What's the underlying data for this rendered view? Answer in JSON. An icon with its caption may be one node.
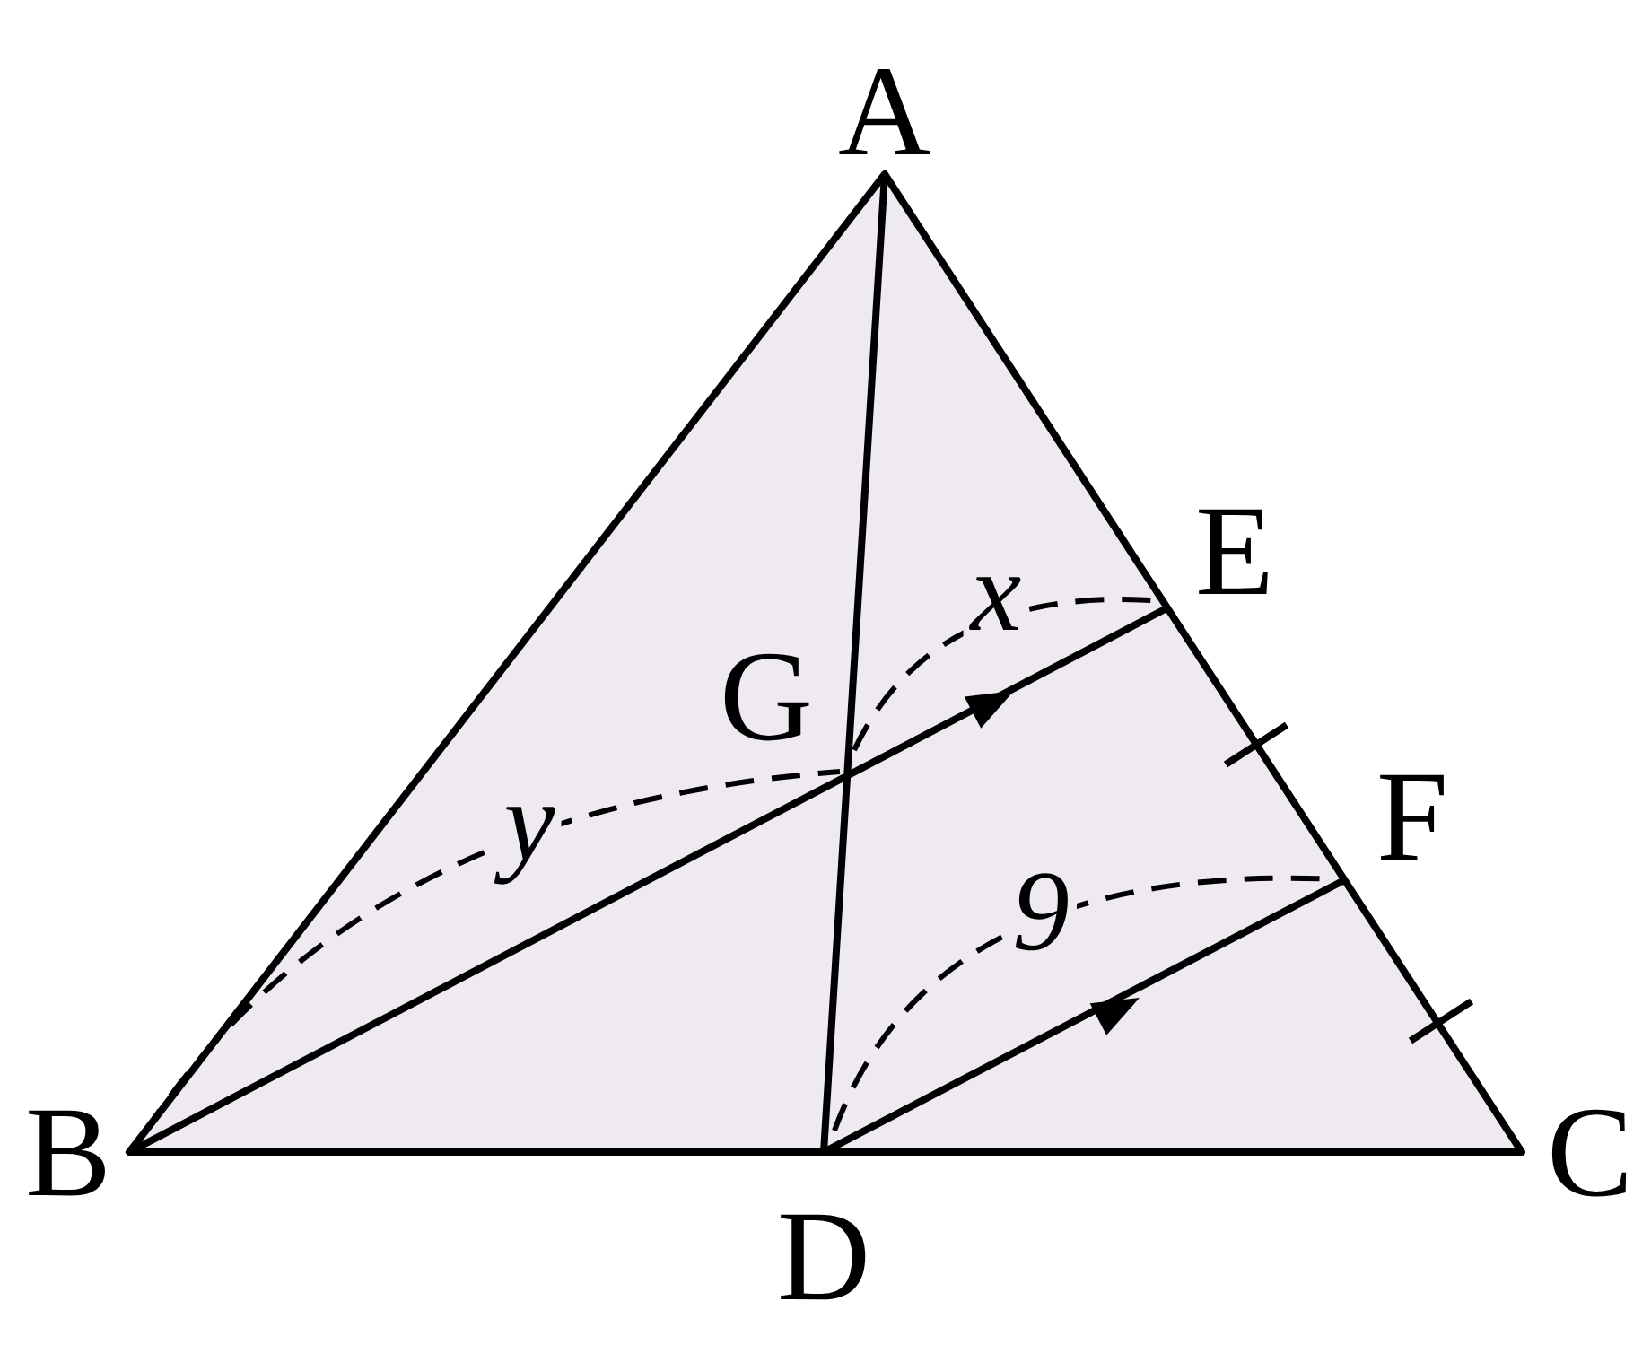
{
  "diagram": {
    "labels": [
      "A",
      "x",
      "E",
      "G",
      "F",
      "y",
      "9",
      "B",
      "C",
      "D"
    ]
  }
}
